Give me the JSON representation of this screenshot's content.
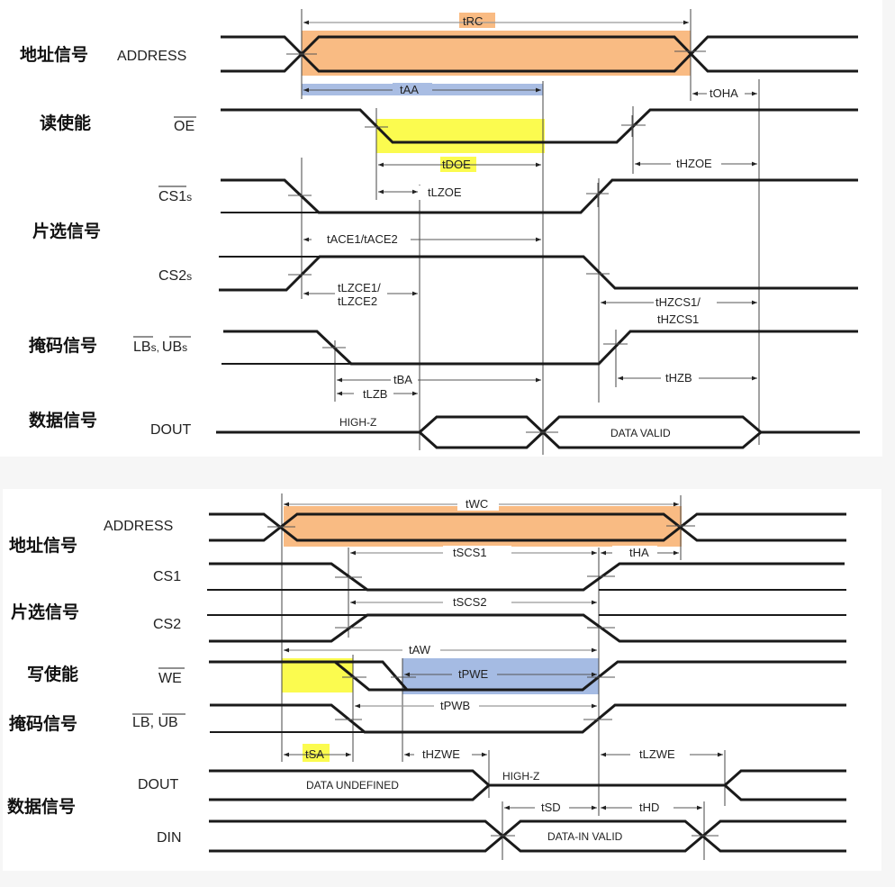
{
  "colors": {
    "address_highlight": "#f9bb83",
    "taa_highlight": "#a9bde3",
    "tdoe_highlight": "#fbfb4f",
    "tpwe_highlight": "#a5bbe3",
    "tsa_highlight": "#fbfb4f",
    "signal": "#1a1a1a"
  },
  "read_cycle": {
    "groups": {
      "address": "地址信号",
      "read_enable": "读使能",
      "chip_select": "片选信号",
      "mask": "掩码信号",
      "data": "数据信号"
    },
    "signals": {
      "address": "ADDRESS",
      "oe": "OE",
      "cs1": "CS1",
      "cs1_sub": "s",
      "cs2": "CS2",
      "cs2_sub": "s",
      "lb": "LB",
      "lb_sub": "s,",
      "ub": "UB",
      "ub_sub": "s",
      "dout": "DOUT"
    },
    "timings": {
      "trc": "tRC",
      "taa": "tAA",
      "toha": "tOHA",
      "tdoe": "tDOE",
      "thzoe": "tHZOE",
      "tlzoe": "tLZOE",
      "tace": "tACE1/tACE2",
      "tlzce_1": "tLZCE1/",
      "tlzce_2": "tLZCE2",
      "thzcs_1": "tHZCS1/",
      "thzcs_2": "tHZCS1",
      "tba": "tBA",
      "tlzb": "tLZB",
      "thzb": "tHZB"
    },
    "states": {
      "high_z": "HIGH-Z",
      "data_valid": "DATA VALID"
    }
  },
  "write_cycle": {
    "groups": {
      "address": "地址信号",
      "chip_select": "片选信号",
      "write_enable": "写使能",
      "mask": "掩码信号",
      "data": "数据信号"
    },
    "signals": {
      "address": "ADDRESS",
      "cs1": "CS1",
      "cs2": "CS2",
      "we": "WE",
      "lb_ub": "LB, UB",
      "dout": "DOUT",
      "din": "DIN"
    },
    "timings": {
      "twc": "tWC",
      "tscs1": "tSCS1",
      "tha": "tHA",
      "tscs2": "tSCS2",
      "taw": "tAW",
      "tpwe": "tPWE",
      "tpwb": "tPWB",
      "tsa": "tSA",
      "thzwe": "tHZWE",
      "tlzwe": "tLZWE",
      "tsd": "tSD",
      "thd": "tHD"
    },
    "states": {
      "data_undefined": "DATA UNDEFINED",
      "high_z": "HIGH-Z",
      "data_in_valid": "DATA-IN VALID"
    }
  }
}
